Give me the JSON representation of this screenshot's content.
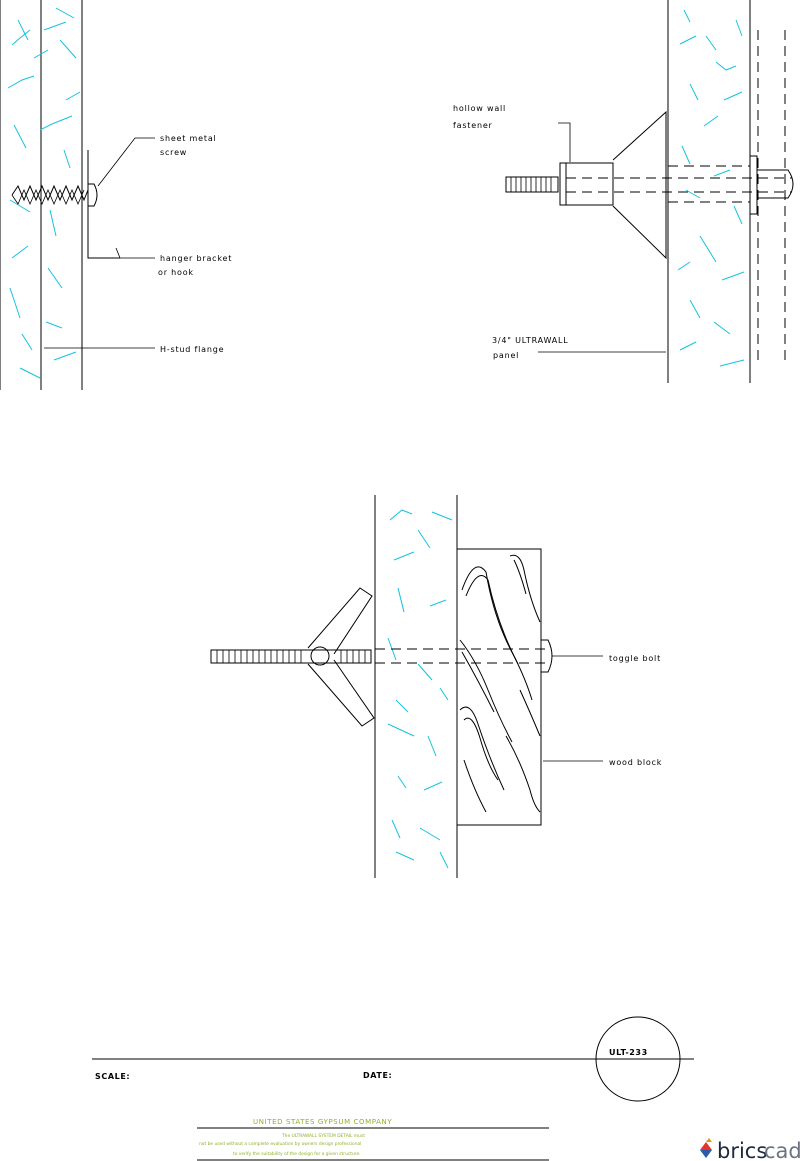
{
  "colors": {
    "line": "#000000",
    "hatch": "#14c3df",
    "usg_text": "#8fb02a",
    "logo_dark": "#1e2a3c",
    "logo_light": "#6b7480"
  },
  "detail_top_left": {
    "labels": {
      "screw_line1": "sheet metal",
      "screw_line2": "screw",
      "hanger_line1": "hanger bracket",
      "hanger_line2": "or hook",
      "flange": "H-stud flange"
    }
  },
  "detail_top_right": {
    "labels": {
      "fastener_line1": "hollow wall",
      "fastener_line2": "fastener",
      "panel_line1": "3/4\" ULTRAWALL",
      "panel_line2": "panel"
    }
  },
  "detail_bottom": {
    "labels": {
      "toggle": "toggle bolt",
      "wood": "wood block"
    }
  },
  "title_block": {
    "scale_label": "SCALE:",
    "date_label": "DATE:",
    "drawing_number": "ULT-233",
    "company": "UNITED STATES GYPSUM COMPANY",
    "note_line1": "The ULTRAWALL SYSTEM DETAIL must",
    "note_line2": "not be used without a complete evaluation by owners design professional",
    "note_line3": "to verify the suitability of the design for a given structure."
  },
  "logo": {
    "brand_a": "brics",
    "brand_b": "cad",
    "icon": "bricscad-logo-icon"
  }
}
